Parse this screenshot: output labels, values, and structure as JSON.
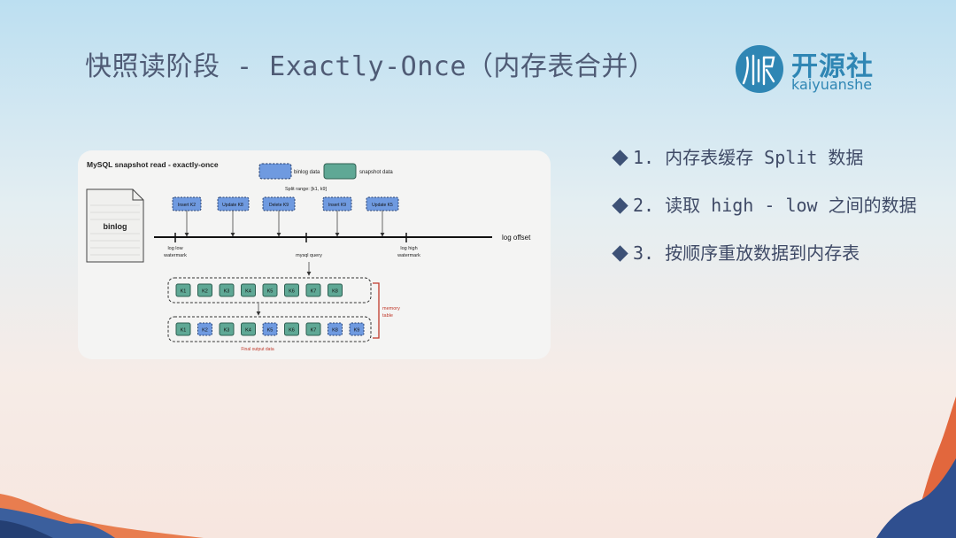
{
  "slide": {
    "title": "快照读阶段 - Exactly-Once（内存表合并）",
    "logo": {
      "name": "开源社",
      "sub": "kaiyuanshe"
    },
    "points": [
      "1. 内存表缓存 Split 数据",
      "2. 读取 high - low 之间的数据",
      "3. 按顺序重放数据到内存表"
    ]
  },
  "diagram": {
    "title": "MySQL snapshot read - exactly-once",
    "legend": {
      "binlog": "binlog data",
      "snapshot": "snapshot data"
    },
    "split_range": "Split range: [k1, k9]",
    "binlog_label": "binlog",
    "events": [
      "Insert K2",
      "Update K8",
      "Delete K9",
      "Insert K9",
      "Update K5"
    ],
    "log_offset": "log offset",
    "low_watermark": [
      "log low",
      "watermark"
    ],
    "mysql_query": "mysql query",
    "high_watermark": [
      "log high",
      "watermark"
    ],
    "memory_table_label": [
      "memory",
      "table"
    ],
    "row1": [
      {
        "k": "K1",
        "type": "snapshot"
      },
      {
        "k": "K2",
        "type": "snapshot"
      },
      {
        "k": "K3",
        "type": "snapshot"
      },
      {
        "k": "K4",
        "type": "snapshot"
      },
      {
        "k": "K5",
        "type": "snapshot"
      },
      {
        "k": "K6",
        "type": "snapshot"
      },
      {
        "k": "K7",
        "type": "snapshot"
      },
      {
        "k": "K8",
        "type": "snapshot"
      }
    ],
    "row2": [
      {
        "k": "K1",
        "type": "snapshot"
      },
      {
        "k": "K2",
        "type": "binlog"
      },
      {
        "k": "K3",
        "type": "snapshot"
      },
      {
        "k": "K4",
        "type": "snapshot"
      },
      {
        "k": "K5",
        "type": "binlog"
      },
      {
        "k": "K6",
        "type": "snapshot"
      },
      {
        "k": "K7",
        "type": "snapshot"
      },
      {
        "k": "K8",
        "type": "binlog"
      },
      {
        "k": "K9",
        "type": "binlog"
      }
    ],
    "final_output": "Final output data",
    "colors": {
      "binlog": "#6f9ae0",
      "snapshot": "#5fa895",
      "accent": "#c0392b",
      "logo": "#2f86b4"
    }
  }
}
